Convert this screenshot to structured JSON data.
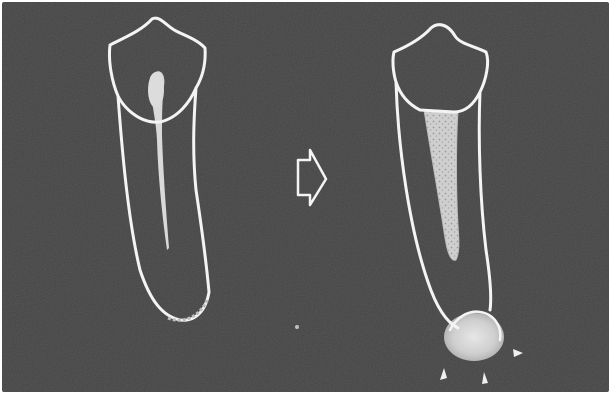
{
  "figure": {
    "panels": [
      {
        "id": "before",
        "subject": "tooth-with-root-canal"
      },
      {
        "id": "after",
        "subject": "tooth-with-filled-canal-and-periapical-lesion"
      }
    ],
    "transition_icon": "right-arrow-icon",
    "colors": {
      "background": "#434343",
      "outline": "#f4f4f4",
      "canal": "#d9d9d9",
      "filling": "#c8c8c8",
      "lesion": "#d0d0d0"
    }
  }
}
